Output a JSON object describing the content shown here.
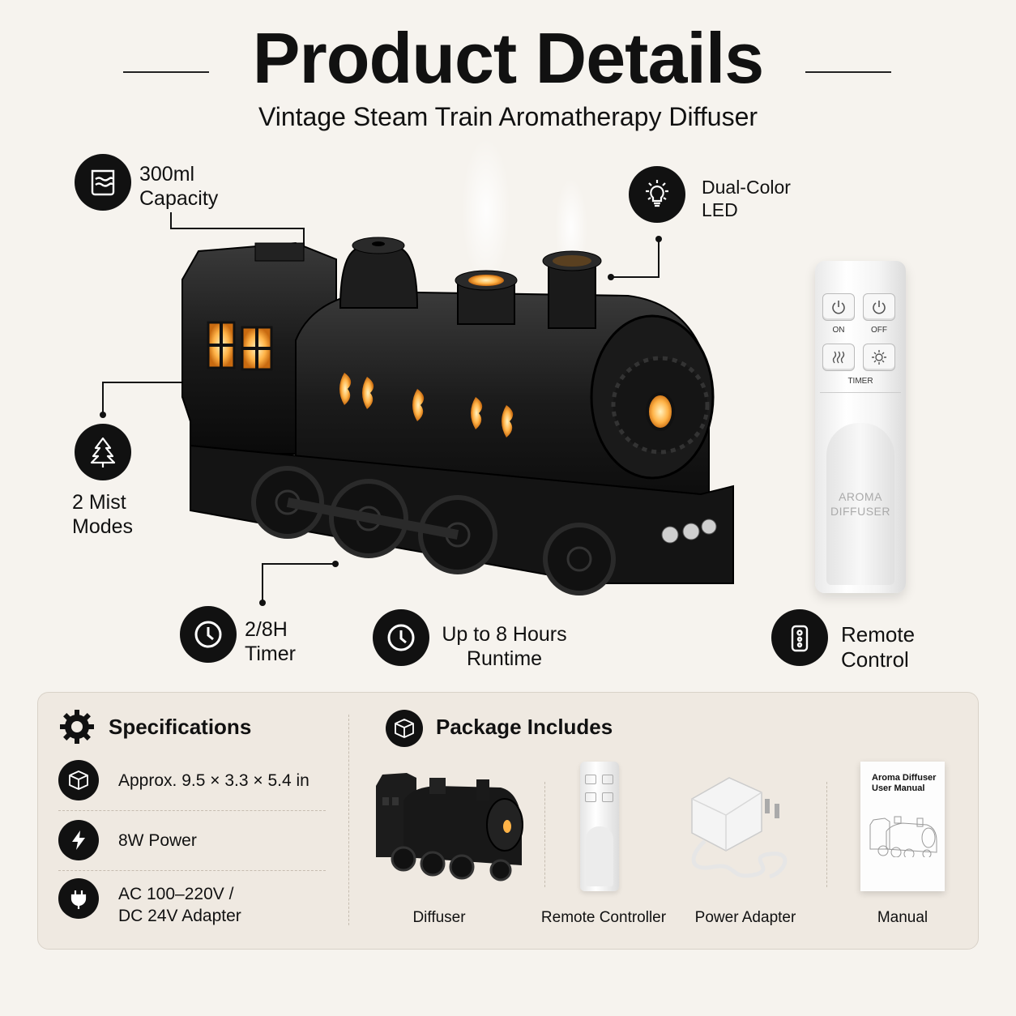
{
  "header": {
    "title": "Product Details",
    "subtitle": "Vintage Steam Train Aromatherapy Diffuser"
  },
  "features": {
    "capacity": "300ml\nCapacity",
    "led": "Dual-Color\nLED",
    "mist": "2 Mist\nModes",
    "timer": "2/8H\nTimer",
    "runtime": "Up to 8 Hours\nRuntime",
    "remote": "Remote\nControl"
  },
  "remote": {
    "on_label": "ON",
    "off_label": "OFF",
    "timer_label": "TIMER",
    "brand": "AROMA\nDIFFUSER"
  },
  "specifications": {
    "title": "Specifications",
    "items": [
      {
        "icon": "box-icon",
        "text": "Approx. 9.5 × 3.3 × 5.4 in"
      },
      {
        "icon": "lightning-icon",
        "text": "8W Power"
      },
      {
        "icon": "plug-icon",
        "text": "AC 100–220V /\nDC 24V Adapter"
      }
    ]
  },
  "package": {
    "title": "Package Includes",
    "items": [
      {
        "label": "Diffuser"
      },
      {
        "label": "Remote Controller"
      },
      {
        "label": "Power Adapter"
      },
      {
        "label": "Manual"
      }
    ],
    "manual_cover": "Aroma Diffuser\nUser Manual"
  },
  "colors": {
    "background": "#f6f3ee",
    "panel": "#efe9e1",
    "badge": "#111111",
    "glow": "#ffb347"
  }
}
